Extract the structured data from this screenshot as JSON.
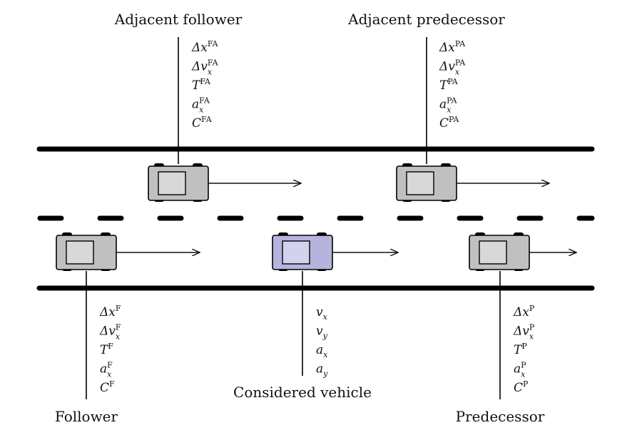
{
  "labels": {
    "adjacent_follower": "Adjacent follower",
    "adjacent_predecessor": "Adjacent predecessor",
    "follower": "Follower",
    "considered_vehicle": "Considered vehicle",
    "predecessor": "Predecessor"
  },
  "vehicles": [
    {
      "id": "adjacent-follower",
      "lane": "top",
      "role": "Adjacent follower",
      "color": "#c0c0c0",
      "window": "#d8d8d8"
    },
    {
      "id": "adjacent-predecessor",
      "lane": "top",
      "role": "Adjacent predecessor",
      "color": "#c0c0c0",
      "window": "#d8d8d8"
    },
    {
      "id": "follower",
      "lane": "bottom",
      "role": "Follower",
      "color": "#c0c0c0",
      "window": "#d8d8d8"
    },
    {
      "id": "considered-vehicle",
      "lane": "bottom",
      "role": "Considered vehicle",
      "color": "#b4b4dc",
      "window": "#d2d2ee"
    },
    {
      "id": "predecessor",
      "lane": "bottom",
      "role": "Predecessor",
      "color": "#c0c0c0",
      "window": "#d8d8d8"
    }
  ],
  "features": {
    "adjacent_follower": [
      {
        "base": "Δx",
        "sub": "",
        "sup": "FA"
      },
      {
        "base": "Δv",
        "sub": "x",
        "sup": "FA"
      },
      {
        "base": "T",
        "sub": "",
        "sup": "FA"
      },
      {
        "base": "a",
        "sub": "x",
        "sup": "FA"
      },
      {
        "base": "C",
        "sub": "",
        "sup": "FA"
      }
    ],
    "adjacent_predecessor": [
      {
        "base": "Δx",
        "sub": "",
        "sup": "PA"
      },
      {
        "base": "Δv",
        "sub": "x",
        "sup": "PA"
      },
      {
        "base": "T",
        "sub": "",
        "sup": "PA"
      },
      {
        "base": "a",
        "sub": "x",
        "sup": "PA"
      },
      {
        "base": "C",
        "sub": "",
        "sup": "PA"
      }
    ],
    "follower": [
      {
        "base": "Δx",
        "sub": "",
        "sup": "F"
      },
      {
        "base": "Δv",
        "sub": "x",
        "sup": "F"
      },
      {
        "base": "T",
        "sub": "",
        "sup": "F"
      },
      {
        "base": "a",
        "sub": "x",
        "sup": "F"
      },
      {
        "base": "C",
        "sub": "",
        "sup": "F"
      }
    ],
    "considered_vehicle": [
      {
        "base": "v",
        "sub": "x",
        "sup": ""
      },
      {
        "base": "v",
        "sub": "y",
        "sup": ""
      },
      {
        "base": "a",
        "sub": "x",
        "sup": ""
      },
      {
        "base": "a",
        "sub": "y",
        "sup": ""
      }
    ],
    "predecessor": [
      {
        "base": "Δx",
        "sub": "",
        "sup": "P"
      },
      {
        "base": "Δv",
        "sub": "x",
        "sup": "P"
      },
      {
        "base": "T",
        "sub": "",
        "sup": "P"
      },
      {
        "base": "a",
        "sub": "x",
        "sup": "P"
      },
      {
        "base": "C",
        "sub": "",
        "sup": "P"
      }
    ]
  }
}
